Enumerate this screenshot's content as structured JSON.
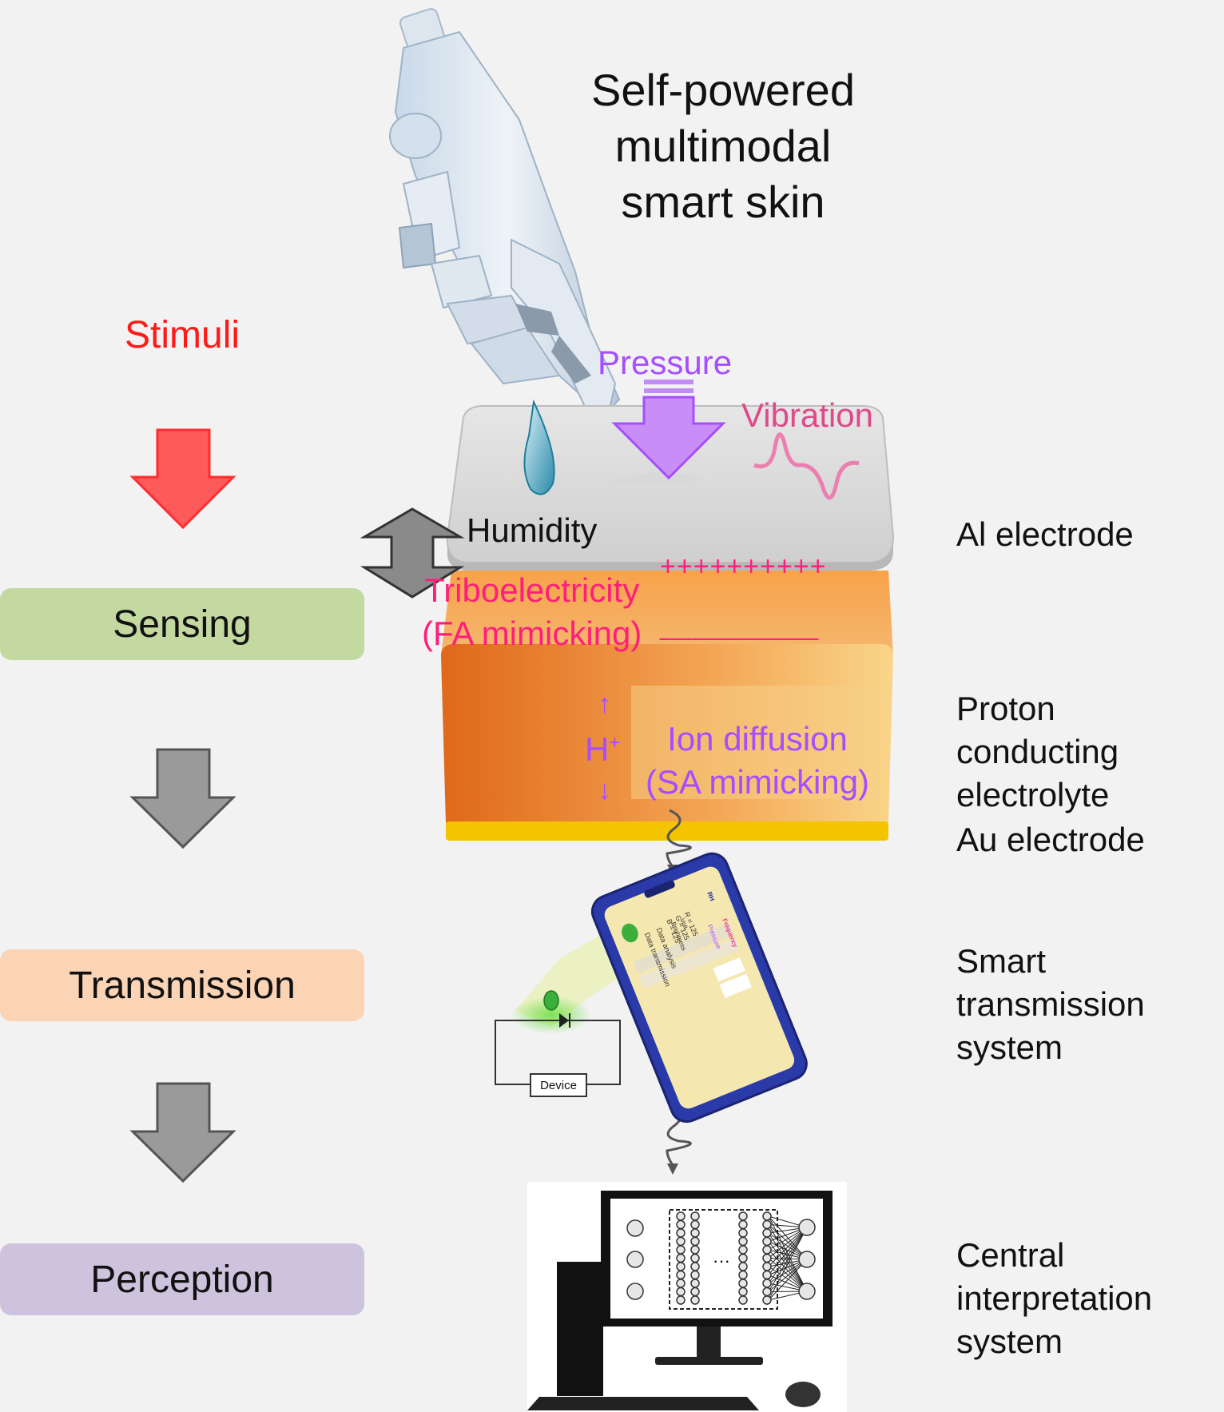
{
  "title": {
    "lines": [
      "Self-powered",
      "multimodal",
      "smart skin"
    ]
  },
  "flow": {
    "stimuli": "Stimuli",
    "stages": [
      {
        "label": "Sensing",
        "color": "#c3d9a0"
      },
      {
        "label": "Transmission",
        "color": "#fbd3b5"
      },
      {
        "label": "Perception",
        "color": "#cdc3dd"
      }
    ]
  },
  "stimuli_labels": {
    "pressure": "Pressure",
    "vibration": "Vibration",
    "humidity": "Humidity"
  },
  "device_labels": {
    "tribo": [
      "Triboelectricity",
      "(FA mimicking)"
    ],
    "plus_charges": "++++++++++",
    "minus_charges": "__________",
    "proton": "H",
    "proton_sup": "+",
    "ion": [
      "Ion diffusion",
      "(SA mimicking)"
    ],
    "circuit_device": "Device"
  },
  "layer_labels": {
    "al": "Al electrode",
    "electrolyte": [
      "Proton",
      "conducting",
      "electrolyte"
    ],
    "au": "Au electrode",
    "transmission": [
      "Smart",
      "transmission",
      "system"
    ],
    "central": [
      "Central",
      "interpretation",
      "system"
    ]
  },
  "phone": {
    "rgb": [
      "R = 125",
      "G = 125",
      "B = 125"
    ],
    "menu": [
      "Data transmission",
      "Data analysis",
      "Brightness",
      "Volt",
      "Pressure",
      "Frequency",
      "RH"
    ]
  },
  "colors": {
    "stimuli": "#ff1a1a",
    "pressure": "#a64dff",
    "vibration": "#e0488a",
    "tribo": "#ff1f7a",
    "ion": "#a64dff",
    "red_arrow": "#ff5a5a",
    "gray_arrow": "#999999",
    "electrolyte": "#e8731a",
    "au": "#f5c400"
  }
}
